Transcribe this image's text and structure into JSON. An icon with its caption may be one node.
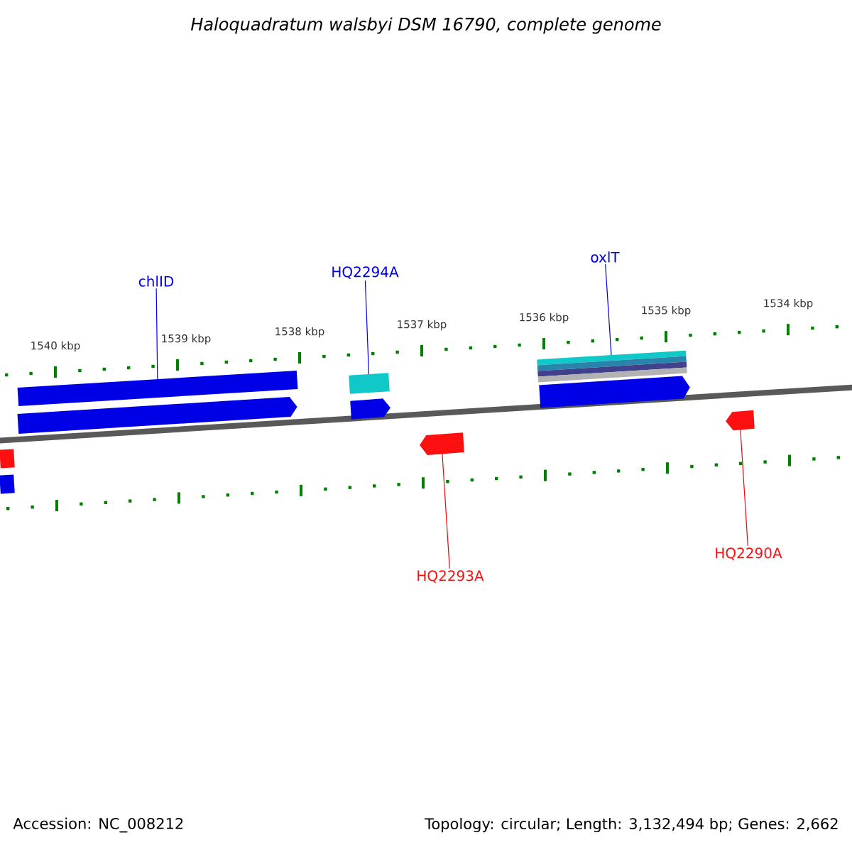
{
  "diagram": {
    "title": "Haloquadratum walsbyi DSM 16790, complete genome",
    "nodes": [
      {
        "text": [
          "chlID"
        ]
      },
      {
        "text": [
          "HQ2294A"
        ]
      },
      {
        "text": [
          "oxlT"
        ]
      },
      {
        "text": [],
        "shape": "bar"
      },
      {
        "text": [],
        "shape": "arrow"
      },
      {
        "text": [],
        "shape": "bar"
      },
      {
        "text": [],
        "shape": "arrow"
      },
      {
        "text": [],
        "shape": "bar"
      },
      {
        "text": [],
        "shape": "arrow"
      },
      {
        "text": [],
        "shape": "bar"
      },
      {
        "text": [],
        "shape": "bar"
      },
      {
        "text": [],
        "shape": "arrow"
      },
      {
        "text": [],
        "shape": "arrow"
      },
      {
        "text": [
          "HQ2293A"
        ]
      },
      {
        "text": [
          "HQ2290A"
        ]
      }
    ],
    "edges": [
      {
        "from": 0,
        "to": 3,
        "arrow": "none"
      },
      {
        "from": 1,
        "to": 5,
        "arrow": "none"
      },
      {
        "from": 2,
        "to": 7,
        "arrow": "none"
      },
      {
        "from": 13,
        "to": 11,
        "arrow": "none",
        "color": "#ff0000"
      },
      {
        "from": 14,
        "to": 12,
        "arrow": "none",
        "color": "#ff0000"
      }
    ],
    "labels": [
      "1540 kbp",
      "1539 kbp",
      "1538 kbp",
      "1537 kbp",
      "1536 kbp",
      "1535 kbp",
      "1534 kbp",
      "Accession: NC_008212",
      "Topology: circular; Length: 3,132,494 bp; Genes: 2,662"
    ]
  }
}
